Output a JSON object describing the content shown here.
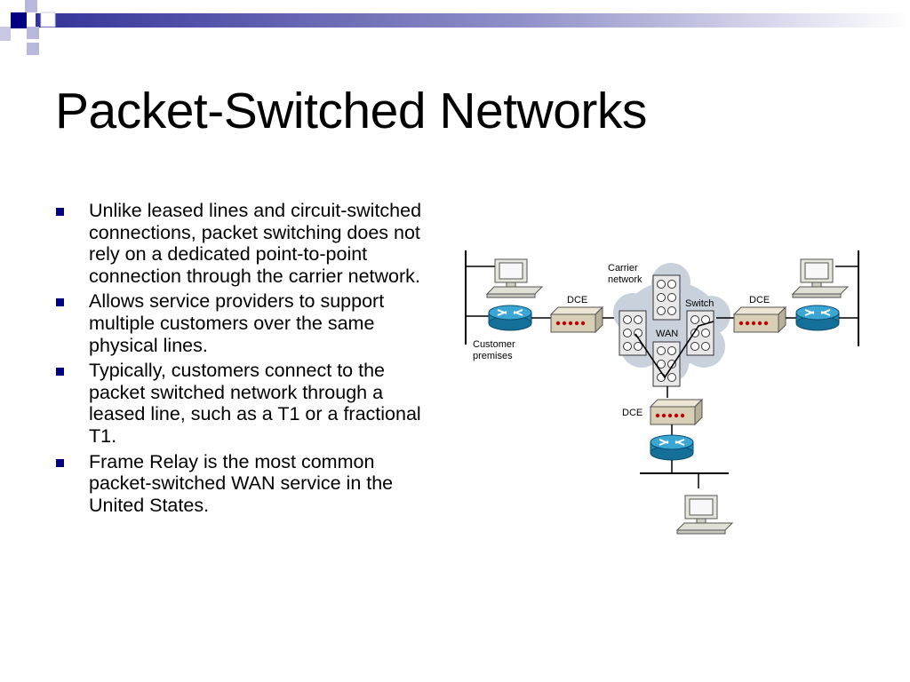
{
  "slide": {
    "title": "Packet-Switched Networks",
    "bullets": [
      "Unlike leased lines and circuit-switched connections,  packet switching does not rely on a dedicated point-to-point connection through the carrier network.",
      "Allows service providers to support multiple customers over the same physical lines.",
      "Typically, customers connect to the packet switched network through a leased line, such as a T1 or a fractional T1.",
      "Frame Relay is the most common packet-switched WAN service in the United States."
    ]
  },
  "diagram": {
    "carrier_label_1": "Carrier",
    "carrier_label_2": "network",
    "switch_label": "Switch",
    "wan_label": "WAN",
    "dce_left": "DCE",
    "dce_right": "DCE",
    "dce_bottom": "DCE",
    "customer_label_1": "Customer",
    "customer_label_2": "premises"
  },
  "colors": {
    "accent": "#000080",
    "band_blue": "#333399",
    "router_blue": "#1b86b4",
    "dce_box": "#d8d0b6",
    "cloud": "#c9d2dc"
  }
}
